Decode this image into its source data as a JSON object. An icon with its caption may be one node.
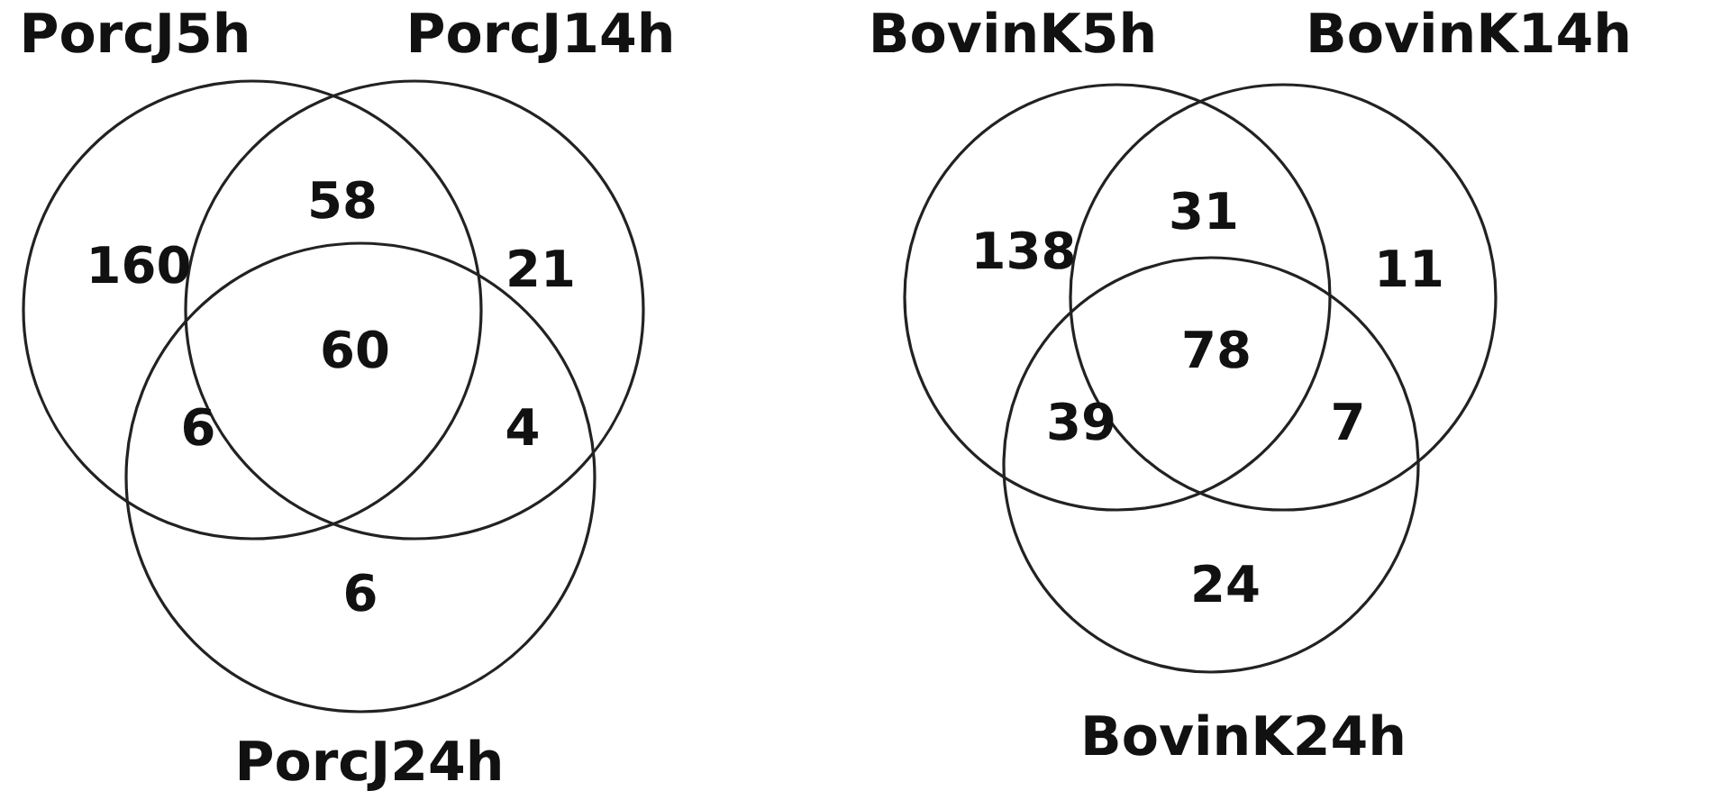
{
  "diagram": {
    "nodes": [
      {
        "text": [
          "PorcJ5h"
        ]
      },
      {
        "text": [
          "PorcJ14h"
        ]
      },
      {
        "text": [
          "PorcJ24h"
        ]
      },
      {
        "text": [
          "BovinK5h"
        ]
      },
      {
        "text": [
          "BovinK14h"
        ]
      },
      {
        "text": [
          "BovinK24h"
        ]
      }
    ],
    "labels": [
      "160",
      "58",
      "21",
      "60",
      "6",
      "4",
      "6",
      "138",
      "31",
      "11",
      "78",
      "39",
      "7",
      "24"
    ]
  }
}
